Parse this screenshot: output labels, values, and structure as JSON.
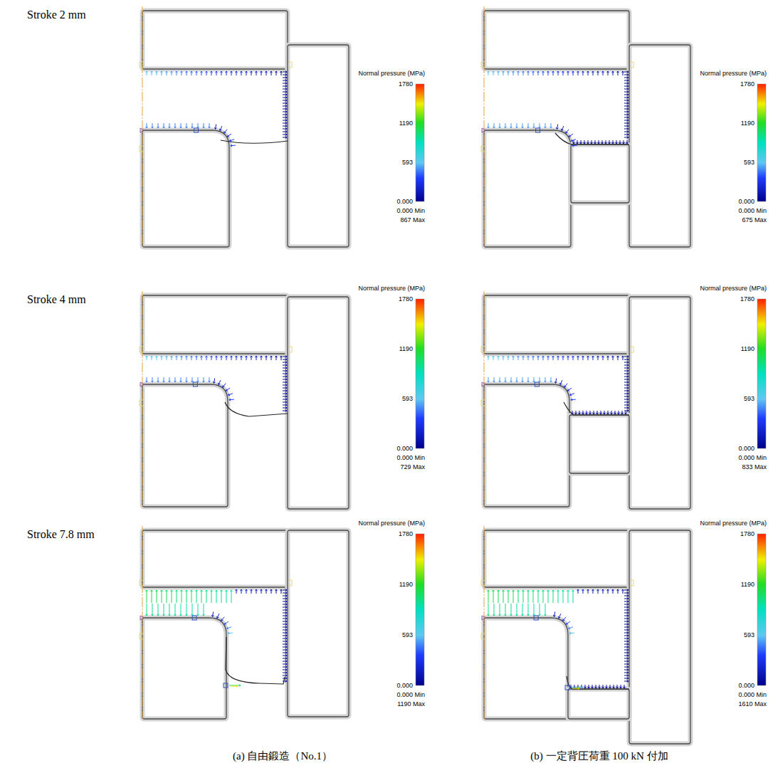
{
  "diagram": {
    "labels": [
      "Stroke 2 mm",
      "Stroke 4 mm",
      "Stroke 7.8 mm",
      "Normal pressure (MPa)",
      "1780",
      "1190",
      "593",
      "0.000",
      "0.000 Min",
      "867 Max",
      "Normal pressure (MPa)",
      "1780",
      "1190",
      "593",
      "0.000",
      "0.000 Min",
      "675 Max",
      "Normal pressure (MPa)",
      "1780",
      "1190",
      "593",
      "0.000",
      "0.000 Min",
      "729 Max",
      "Normal pressure (MPa)",
      "1780",
      "1190",
      "593",
      "0.000",
      "0.000 Min",
      "833 Max",
      "Normal pressure (MPa)",
      "1780",
      "1190",
      "593",
      "0.000",
      "0.000 Min",
      "1190 Max",
      "Normal pressure (MPa)",
      "1780",
      "1190",
      "593",
      "0.000",
      "0.000 Min",
      "1610 Max",
      "(a) 自由鍛造（No.1）",
      "(b) 一定背圧荷重 100 kN 付加"
    ]
  }
}
